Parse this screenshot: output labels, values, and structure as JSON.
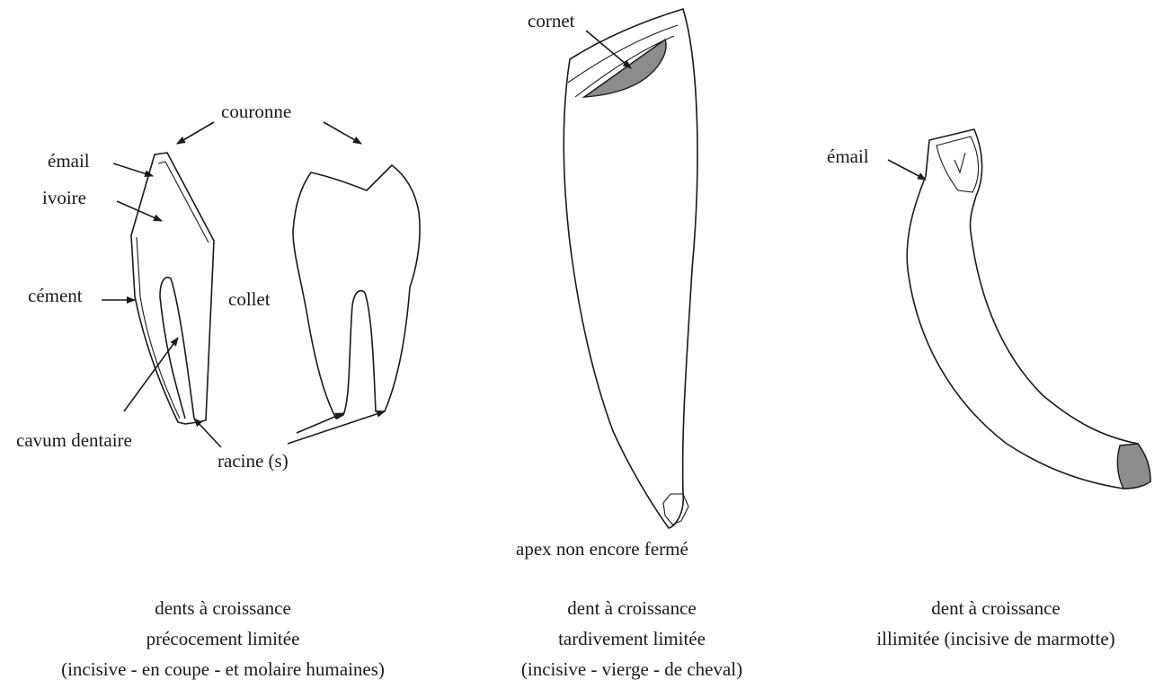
{
  "labels": {
    "couronne": "couronne",
    "email_left": "émail",
    "ivoire": "ivoire",
    "cement": "cément",
    "collet": "collet",
    "cavum": "cavum dentaire",
    "racine": "racine (s)",
    "cornet": "cornet",
    "apex": "apex non encore fermé",
    "email_right": "émail"
  },
  "captions": {
    "left": [
      "dents à croissance",
      "précocement limitée",
      "(incisive - en coupe - et molaire humaines)"
    ],
    "middle": [
      "dent à croissance",
      "tardivement limitée",
      "(incisive - vierge - de cheval)"
    ],
    "right": [
      "dent à croissance",
      "illimitée (incisive de marmotte)"
    ]
  },
  "colors": {
    "ink": "#1a1a1a",
    "pulp": "#8c8c8c",
    "background": "#ffffff"
  }
}
